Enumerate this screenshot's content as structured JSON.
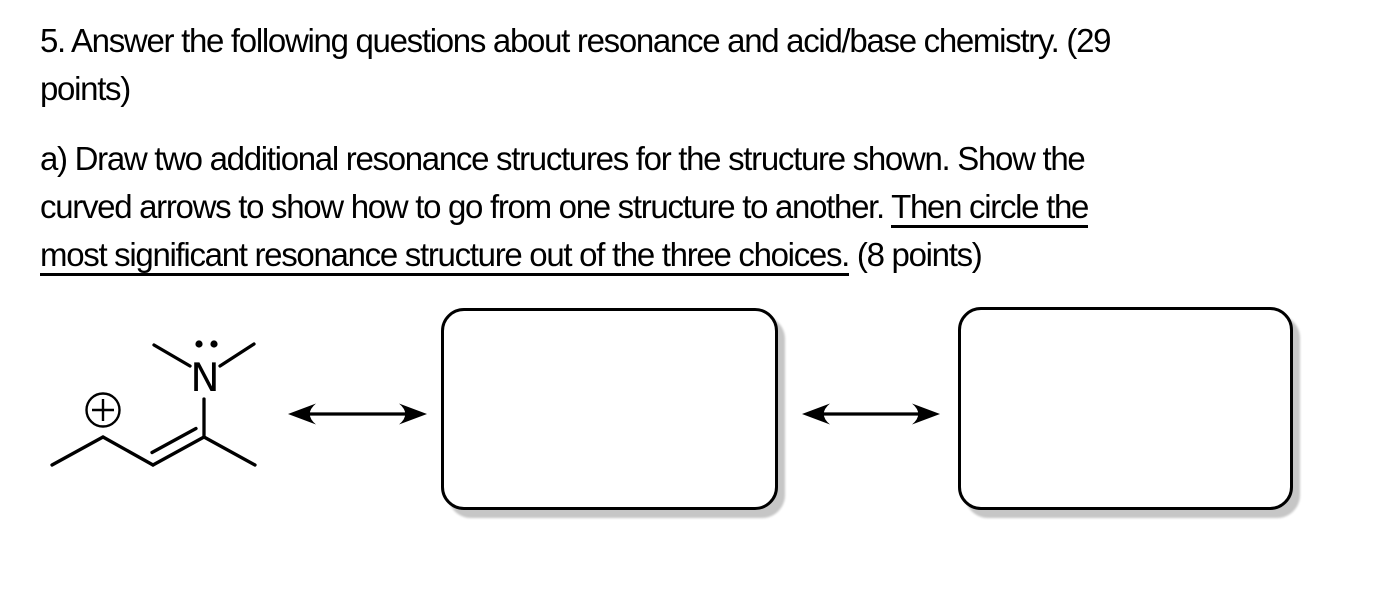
{
  "page": {
    "background": "#ffffff",
    "ink": "#000000",
    "box_shadow": "#c6c6c6"
  },
  "question": {
    "lines": [
      "5. Answer the following questions about resonance and acid/base chemistry. (29",
      "points)"
    ]
  },
  "part_a": {
    "line1": "a) Draw two additional resonance structures for the structure shown. Show the",
    "line2_pre": "curved arrows to show how to go from one structure to another. ",
    "line2_underlined": "Then circle the",
    "line3_underlined": "most significant resonance structure out of the three choices.",
    "line3_post": " (8 points)"
  },
  "molecule": {
    "nitrogen_label": "N",
    "charge_symbol": "+"
  }
}
